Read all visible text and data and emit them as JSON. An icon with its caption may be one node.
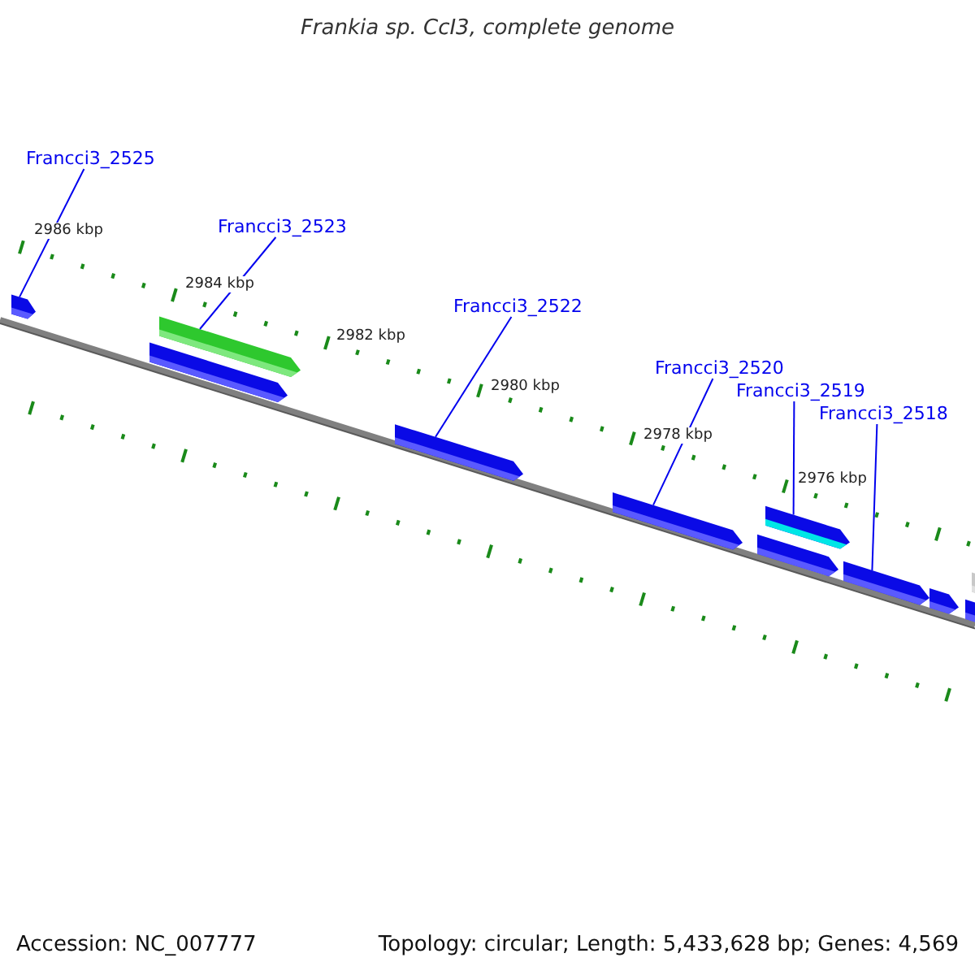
{
  "diagram": {
    "title": "Frankia sp. CcI3, complete genome",
    "nodes": [
      {
        "text": [
          "Francci3_2525"
        ]
      },
      {
        "text": [
          "Francci3_2523"
        ]
      },
      {
        "text": [
          "Francci3_2522"
        ]
      },
      {
        "text": [
          "Francci3_2520"
        ]
      },
      {
        "text": [
          "Francci3_2519"
        ]
      },
      {
        "text": [
          "Francci3_2518"
        ]
      },
      {
        "text": [],
        "shape": "bar"
      },
      {
        "text": [],
        "shape": "bar"
      },
      {
        "text": [],
        "shape": "bar"
      },
      {
        "text": [],
        "shape": "bar"
      },
      {
        "text": [],
        "shape": "bar"
      },
      {
        "text": [],
        "shape": "bar"
      },
      {
        "text": [],
        "shape": "bar"
      },
      {
        "text": [],
        "shape": "bar"
      },
      {
        "text": [],
        "shape": "bar"
      },
      {
        "text": [],
        "shape": "bar"
      },
      {
        "text": [],
        "shape": "bar"
      }
    ],
    "edges": [
      {
        "from": 0,
        "to": 6,
        "arrow": "none"
      },
      {
        "from": 1,
        "to": 8,
        "arrow": "none"
      },
      {
        "from": 2,
        "to": 9,
        "arrow": "none"
      },
      {
        "from": 3,
        "to": 10,
        "arrow": "none"
      },
      {
        "from": 4,
        "to": 12,
        "arrow": "none"
      },
      {
        "from": 5,
        "to": 13,
        "arrow": "none"
      }
    ],
    "labels": [
      "2986 kbp",
      "2984 kbp",
      "2982 kbp",
      "2980 kbp",
      "2978 kbp",
      "2976 kbp",
      "Accession: NC_007777",
      "Topology: circular; Length: 5,433,628 bp; Genes: 4,569"
    ]
  }
}
